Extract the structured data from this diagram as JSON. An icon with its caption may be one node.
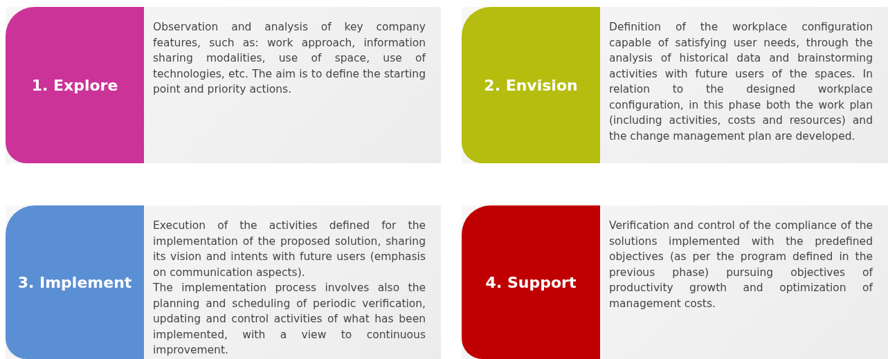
{
  "diagram": {
    "nodes": [
      {
        "text": [
          "1. Explore",
          "Observation and analysis of key company features, such as: work approach, information sharing modalities, use of space, use of technologies, etc. The aim is to define the starting point and priority actions."
        ]
      },
      {
        "text": [
          "2. Envision",
          "Definition of the workplace configuration capable of satisfying user needs, through the analysis of historical data and brainstorming activities with future users of the spaces. In relation to the designed workplace configuration, in this phase both the work plan (including activities, costs and resources) and the change management plan are developed."
        ]
      },
      {
        "text": [
          "3. Implement",
          "Execution of the activities defined for the implementation of the proposed solution, sharing its vision and intents with future users (emphasis on communication aspects).",
          "The implementation process involves also the planning and scheduling of periodic verification, updating and control activities of what has been implemented, with a view to continuous improvement."
        ]
      },
      {
        "text": [
          "4. Support",
          "Verification and control of the compliance of the solutions implemented with the predefined objectives (as per the program defined in the previous phase) pursuing objectives of productivity growth and optimization of management costs."
        ]
      }
    ]
  }
}
